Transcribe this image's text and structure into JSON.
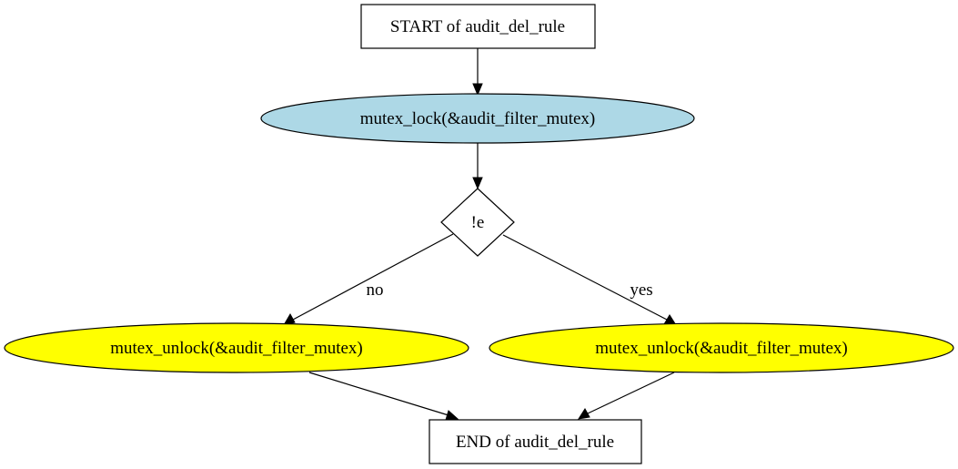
{
  "colors": {
    "background": "#ffffff",
    "stroke": "#000000",
    "lock_fill": "#add8e6",
    "unlock_fill": "#ffff00",
    "box_fill": "#ffffff"
  },
  "nodes": {
    "start": {
      "label": "START of audit_del_rule"
    },
    "lock": {
      "label": "mutex_lock(&audit_filter_mutex)"
    },
    "decision": {
      "label": "!e"
    },
    "unlock_no": {
      "label": "mutex_unlock(&audit_filter_mutex)"
    },
    "unlock_yes": {
      "label": "mutex_unlock(&audit_filter_mutex)"
    },
    "end": {
      "label": "END of audit_del_rule"
    }
  },
  "edges": {
    "no": {
      "label": "no"
    },
    "yes": {
      "label": "yes"
    }
  }
}
